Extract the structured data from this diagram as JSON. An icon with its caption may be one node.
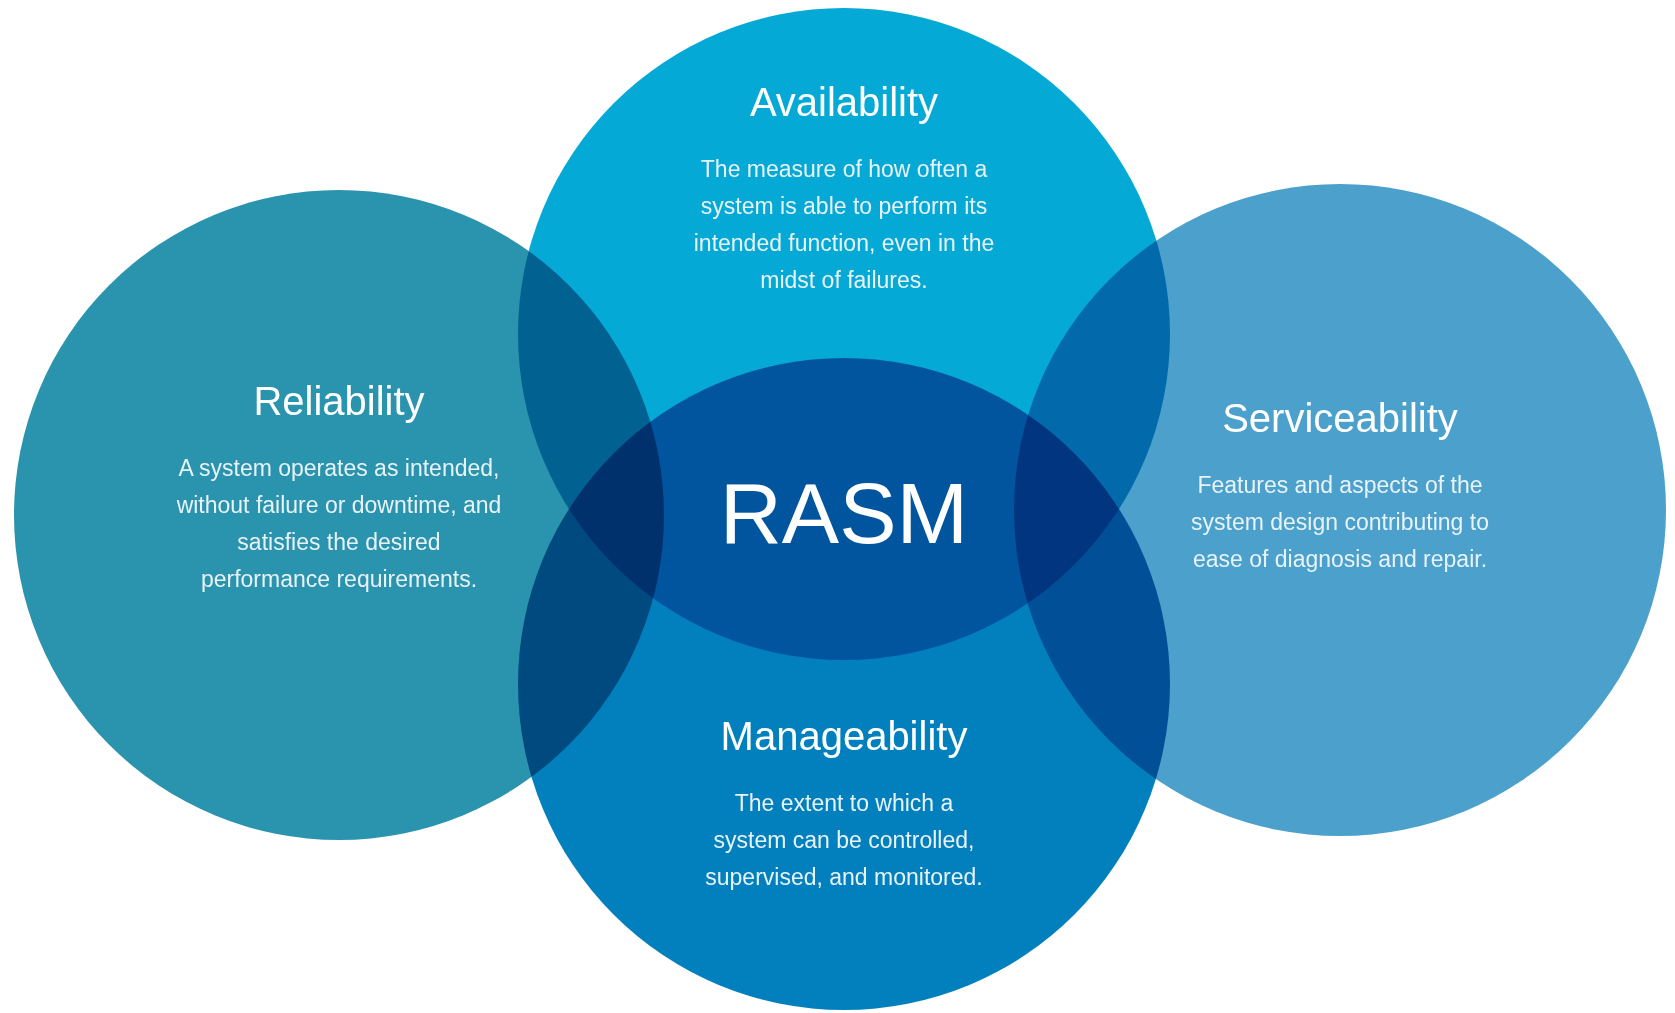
{
  "diagram": {
    "nodes": [
      {
        "text": [
          "Reliability",
          "A system operates as intended, without failure or downtime, and satisfies the desired performance requirements."
        ]
      },
      {
        "text": [
          "Availability",
          "The measure of how often a system is able to perform its intended function, even in the midst of failures."
        ]
      },
      {
        "text": [
          "Serviceability",
          "Features and aspects of the system design contributing to ease of diagnosis and repair."
        ]
      },
      {
        "text": [
          "Manageability",
          "The extent to which a system can be controlled, supervised, and monitored."
        ]
      }
    ],
    "labels": [
      "RASM"
    ]
  }
}
